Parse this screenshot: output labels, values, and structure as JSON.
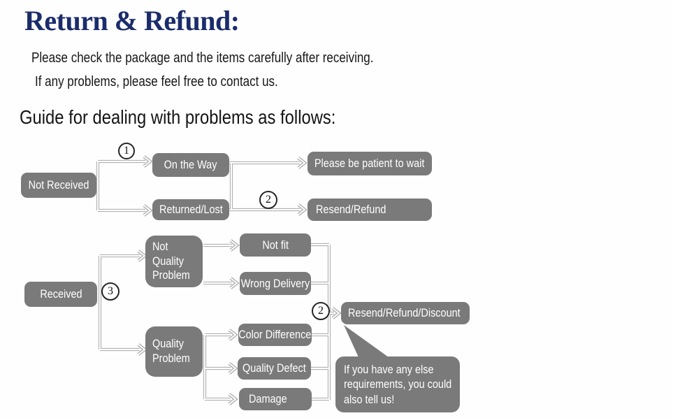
{
  "header": {
    "title": "Return & Refund:",
    "line1": "Please check the package and the items carefully after receiving.",
    "line2": "If any problems, please feel free to contact us.",
    "guide": "Guide for dealing with problems as follows:"
  },
  "colors": {
    "title_navy": "#1b2c6b",
    "node_gray": "#7a7a7a",
    "wire_gray": "#b2b2b2",
    "node_text": "#ffffff"
  },
  "flowchart": {
    "markers": {
      "step1": "1",
      "step2_first": "2",
      "step3": "3",
      "step2_second": "2"
    },
    "nodes": {
      "not_received": {
        "label": "Not Received"
      },
      "on_the_way": {
        "label": "On the Way"
      },
      "returned_lost": {
        "label": "Returned/Lost"
      },
      "please_wait": {
        "label": "Please be patient to wait"
      },
      "resend_refund": {
        "label": "Resend/Refund"
      },
      "received": {
        "label": "Received"
      },
      "not_quality_problem": {
        "lines": [
          "Not",
          "Quality",
          "Problem"
        ]
      },
      "not_fit": {
        "label": "Not fit"
      },
      "wrong_delivery": {
        "label": "Wrong Delivery"
      },
      "quality_problem": {
        "lines": [
          "Quality",
          "Problem"
        ]
      },
      "color_difference": {
        "label": "Color Difference"
      },
      "quality_defect": {
        "label": "Quality Defect"
      },
      "damage": {
        "label": "Damage"
      },
      "resend_refund_discount": {
        "label": "Resend/Refund/Discount"
      }
    },
    "bubble": {
      "lines": [
        "If you have any else",
        "requirements, you could",
        "also tell us!"
      ]
    }
  }
}
